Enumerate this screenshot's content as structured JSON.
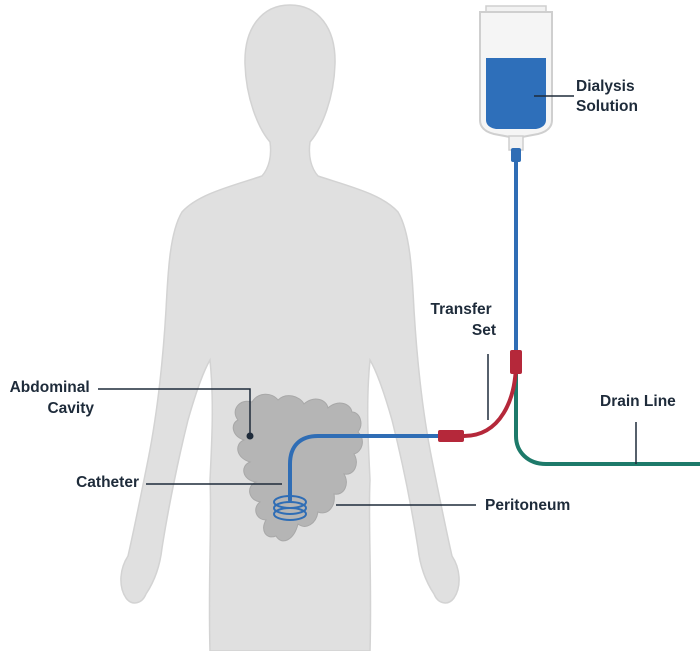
{
  "labels": {
    "dialysis_solution": [
      "Dialysis",
      "Solution"
    ],
    "transfer_set": [
      "Transfer",
      "Set"
    ],
    "abdominal_cavity": [
      "Abdominal",
      "Cavity"
    ],
    "catheter": "Catheter",
    "drain_line": "Drain Line",
    "peritoneum": "Peritoneum"
  },
  "colors": {
    "body": "#e0e0e0",
    "body_outline": "#d0d0d0",
    "intestine": "#b3b3b3",
    "tube_blue": "#2f6db5",
    "solution_blue": "#2e6fba",
    "connector_red": "#b5283a",
    "drain_green": "#1d7a6a",
    "leader": "#1e2b3a",
    "text": "#1e2b3a"
  }
}
